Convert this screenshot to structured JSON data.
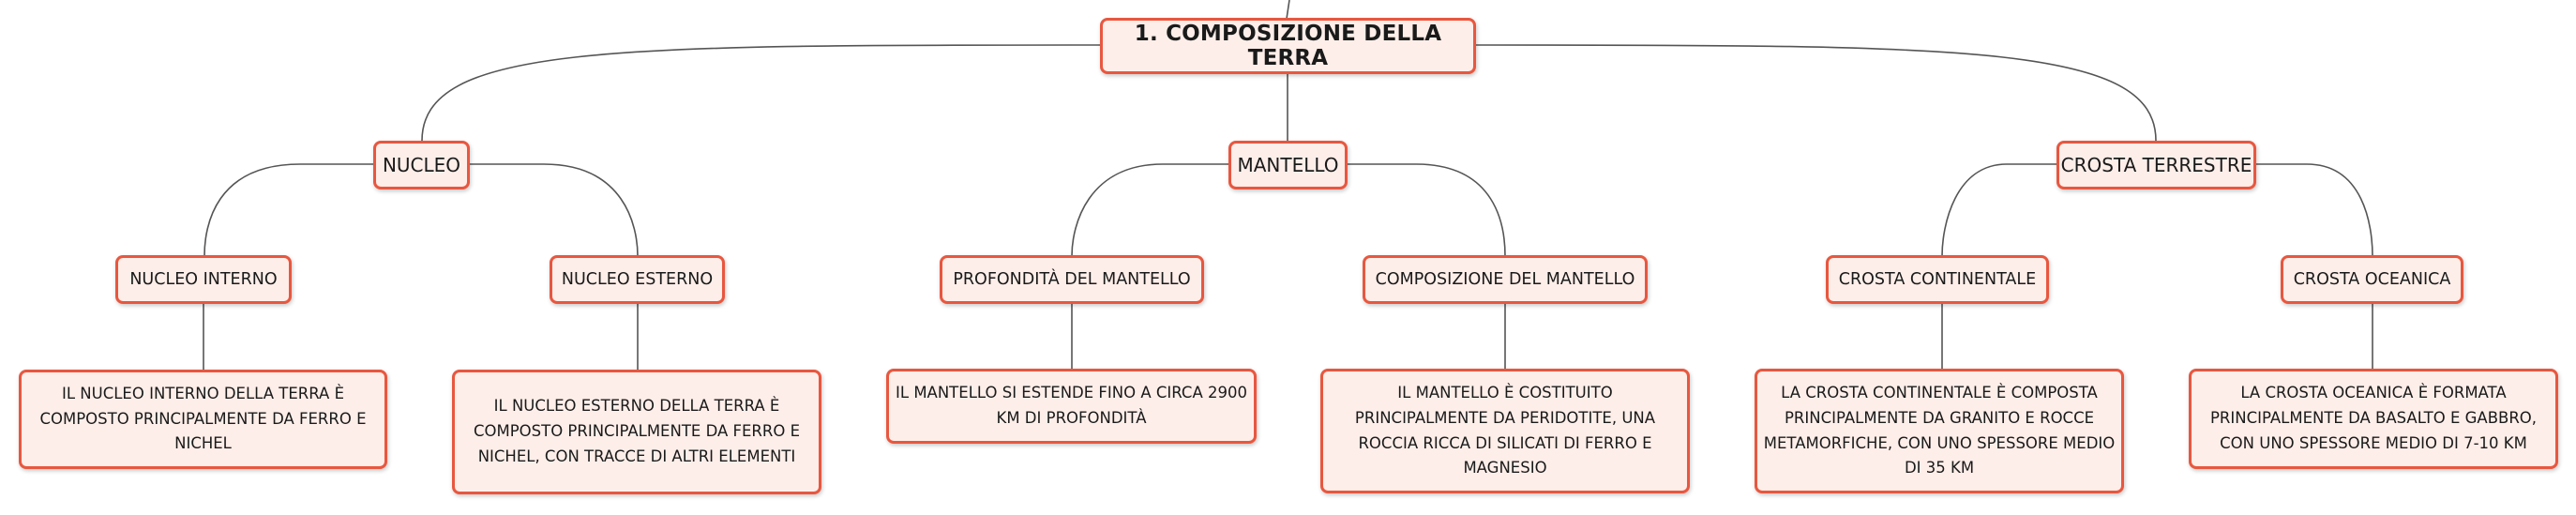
{
  "root": {
    "label": "1. COMPOSIZIONE DELLA TERRA"
  },
  "nucleo": {
    "label": "NUCLEO",
    "interno": {
      "label": "NUCLEO INTERNO",
      "text": "IL NUCLEO INTERNO DELLA TERRA È COMPOSTO PRINCIPALMENTE DA FERRO E NICHEL"
    },
    "esterno": {
      "label": "NUCLEO ESTERNO",
      "text": "IL NUCLEO ESTERNO DELLA TERRA È COMPOSTO PRINCIPALMENTE DA FERRO E NICHEL, CON TRACCE DI ALTRI ELEMENTI"
    }
  },
  "mantello": {
    "label": "MANTELLO",
    "profondita": {
      "label": "PROFONDITÀ DEL MANTELLO",
      "text": "IL MANTELLO SI ESTENDE FINO A CIRCA 2900 KM DI PROFONDITÀ"
    },
    "composizione": {
      "label": "COMPOSIZIONE DEL MANTELLO",
      "text": "IL MANTELLO È COSTITUITO PRINCIPALMENTE DA PERIDOTITE, UNA ROCCIA RICCA DI SILICATI DI FERRO E MAGNESIO"
    }
  },
  "crosta": {
    "label": "CROSTA TERRESTRE",
    "continentale": {
      "label": "CROSTA CONTINENTALE",
      "text": "LA CROSTA CONTINENTALE È COMPOSTA PRINCIPALMENTE DA GRANITO E ROCCE METAMORFICHE, CON UNO SPESSORE MEDIO DI 35 KM"
    },
    "oceanica": {
      "label": "CROSTA OCEANICA",
      "text": "LA CROSTA OCEANICA È FORMATA PRINCIPALMENTE DA BASALTO E GABBRO, CON UNO SPESSORE MEDIO DI 7-10 KM"
    }
  },
  "colors": {
    "border": "#e8573f",
    "fill": "#fdeee9",
    "line": "#555555",
    "text": "#1a1a1a"
  }
}
